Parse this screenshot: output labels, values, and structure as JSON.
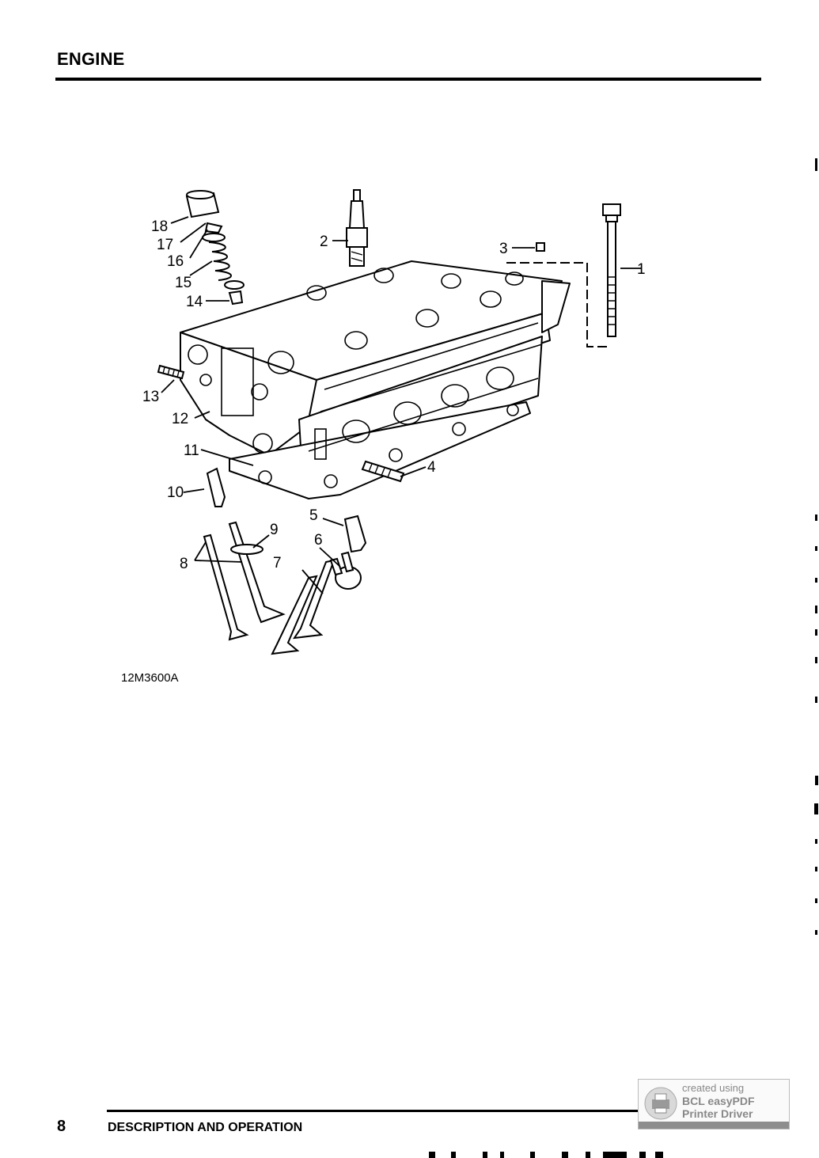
{
  "header": {
    "title": "ENGINE"
  },
  "diagram": {
    "callouts": [
      "1",
      "2",
      "3",
      "4",
      "5",
      "6",
      "7",
      "8",
      "9",
      "10",
      "11",
      "12",
      "13",
      "14",
      "15",
      "16",
      "17",
      "18"
    ],
    "figure_code": "12M3600A"
  },
  "footer": {
    "page_number": "8",
    "section_title": "DESCRIPTION AND OPERATION"
  },
  "watermark": {
    "line1": "created using",
    "line2": "BCL easyPDF",
    "line3": "Printer Driver"
  }
}
